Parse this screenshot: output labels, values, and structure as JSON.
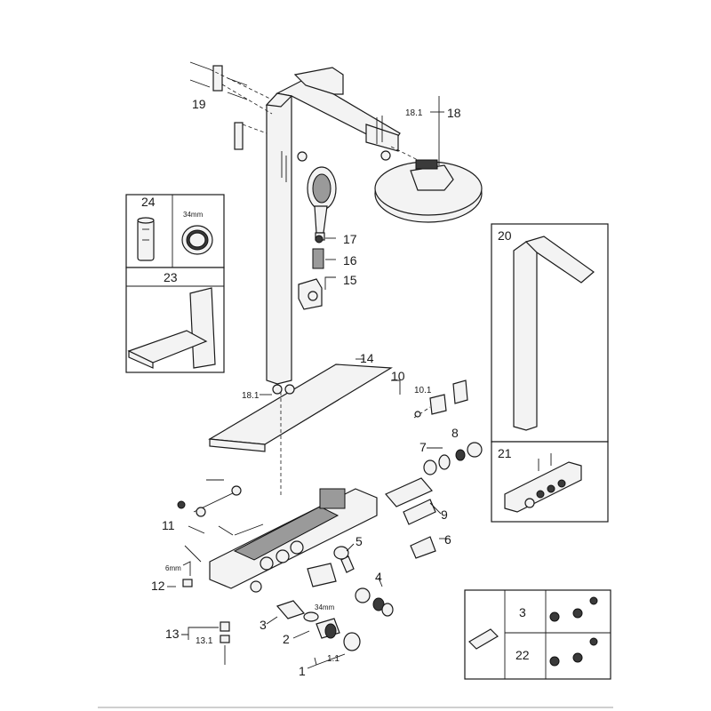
{
  "labels": {
    "p1": "1",
    "p1_1": "1.1",
    "p2": "2",
    "p2_dim": "34mm",
    "p3": "3",
    "p4": "4",
    "p5": "5",
    "p6": "6",
    "p7": "7",
    "p8": "8",
    "p9": "9",
    "p10": "10",
    "p10_1": "10.1",
    "p11": "11",
    "p12": "12",
    "p12_dim": "6mm",
    "p13": "13",
    "p13_1": "13.1",
    "p14": "14",
    "p15": "15",
    "p16": "16",
    "p17": "17",
    "p18": "18",
    "p18_1_top": "18.1",
    "p18_1_low": "18.1",
    "p19": "19",
    "p20": "20",
    "p21": "21",
    "p22": "22",
    "p23": "23",
    "p24": "24",
    "p24_dim": "34mm",
    "legend_3": "3",
    "legend_22": "22"
  }
}
